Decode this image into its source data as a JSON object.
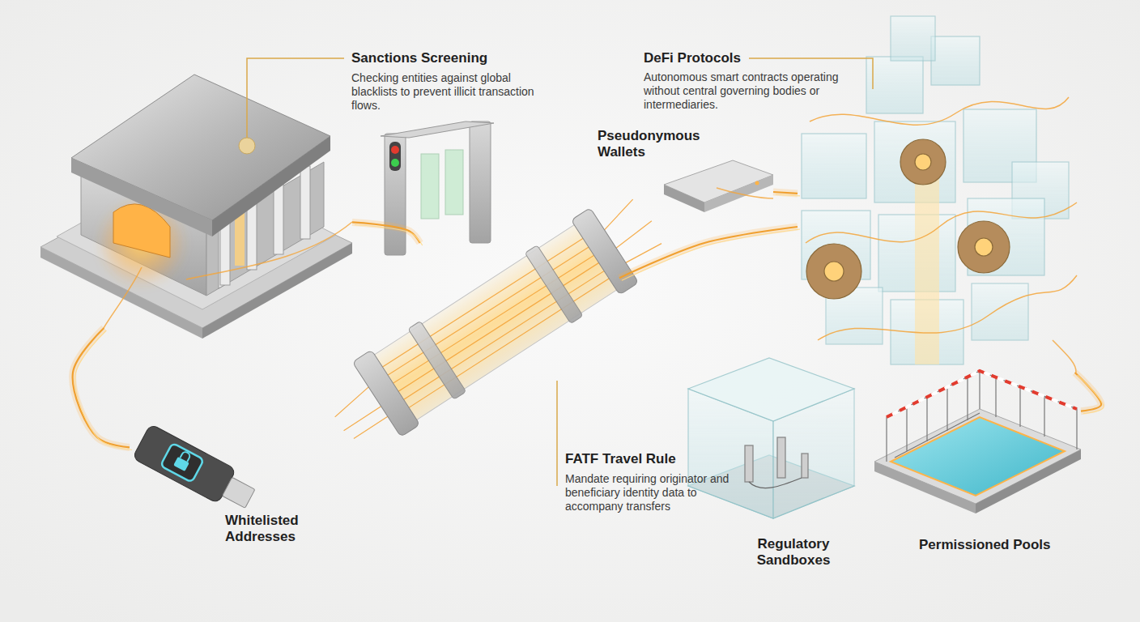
{
  "diagram": {
    "nodes": [
      {
        "text": [
          "Sanctions Screening",
          "Checking entities against global blacklists to prevent illicit transaction flows."
        ]
      },
      {
        "text": [
          "Pseudonymous Wallets"
        ]
      },
      {
        "text": [
          "DeFi Protocols",
          "Autonomous smart contracts operating without central governing bodies or intermediaries."
        ]
      },
      {
        "text": [
          "FATF Travel Rule",
          "Mandate requiring originator and beneficiary identity data to accompany transfers"
        ]
      },
      {
        "text": [
          "Whitelisted Addresses"
        ]
      },
      {
        "text": [
          "Regulatory Sandboxes"
        ]
      },
      {
        "text": [
          "Permissioned Pools"
        ]
      }
    ],
    "edges": [
      {
        "from": 0,
        "to": 4,
        "arrow": "none"
      },
      {
        "from": 0,
        "to": 3,
        "arrow": "none"
      },
      {
        "from": 3,
        "to": 2,
        "arrow": "none"
      },
      {
        "from": 1,
        "to": 2,
        "arrow": "none"
      },
      {
        "from": 2,
        "to": 6,
        "arrow": "none"
      }
    ]
  }
}
